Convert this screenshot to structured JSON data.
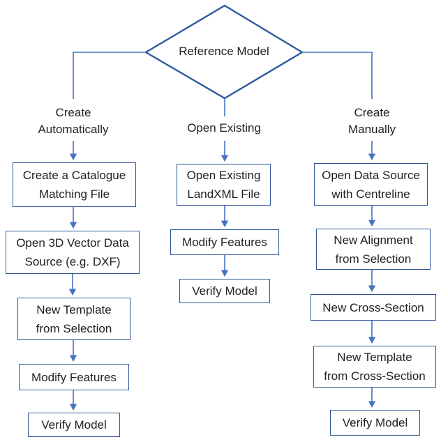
{
  "page": {
    "title": "Reference Model Flowchart"
  },
  "colors": {
    "node_border": "#2F5597",
    "diamond_border": "#2E5B9E",
    "connector": "#4472C4",
    "text": "#212121",
    "background": "#FFFFFF"
  },
  "decision": {
    "label": "Reference Model"
  },
  "branch_labels": {
    "left": {
      "lines": [
        "Create",
        "Automatically"
      ]
    },
    "middle": {
      "lines": [
        "Open Existing"
      ]
    },
    "right": {
      "lines": [
        "Create",
        "Manually"
      ]
    }
  },
  "nodes": {
    "l1": {
      "lines": [
        "Create a Catalogue",
        "Matching File"
      ]
    },
    "l2": {
      "lines": [
        "Open 3D Vector Data",
        "Source (e.g. DXF)"
      ]
    },
    "l3": {
      "lines": [
        "New Template",
        "from Selection"
      ]
    },
    "l4": {
      "lines": [
        "Modify Features"
      ]
    },
    "l5": {
      "lines": [
        "Verify Model"
      ]
    },
    "m1": {
      "lines": [
        "Open Existing",
        "LandXML File"
      ]
    },
    "m2": {
      "lines": [
        "Modify Features"
      ]
    },
    "m3": {
      "lines": [
        "Verify Model"
      ]
    },
    "r1": {
      "lines": [
        "Open Data Source",
        "with Centreline"
      ]
    },
    "r2": {
      "lines": [
        "New Alignment",
        "from Selection"
      ]
    },
    "r3": {
      "lines": [
        "New Cross-Section"
      ]
    },
    "r4": {
      "lines": [
        "New Template",
        "from Cross-Section"
      ]
    },
    "r5": {
      "lines": [
        "Verify Model"
      ]
    }
  }
}
